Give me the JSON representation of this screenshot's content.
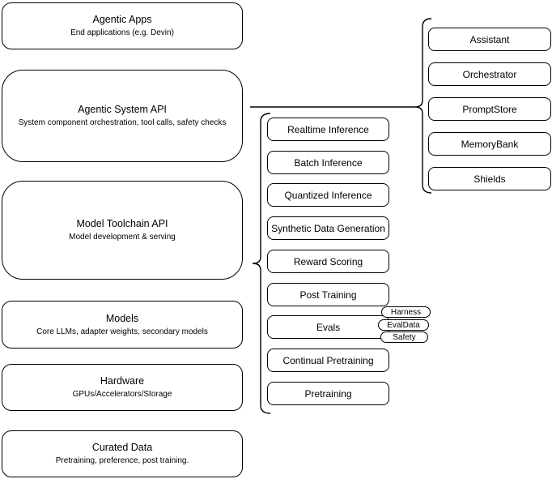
{
  "diagram": {
    "left_column": [
      {
        "title": "Agentic Apps",
        "subtitle": "End applications (e.g. Devin)"
      },
      {
        "title": "Agentic System API",
        "subtitle": "System component orchestration, tool calls, safety checks"
      },
      {
        "title": "Model Toolchain API",
        "subtitle": "Model development & serving"
      },
      {
        "title": "Models",
        "subtitle": "Core LLMs, adapter weights, secondary models"
      },
      {
        "title": "Hardware",
        "subtitle": "GPUs/Accelerators/Storage"
      },
      {
        "title": "Curated Data",
        "subtitle": "Pretraining, preference, post training."
      }
    ],
    "toolchain_components": [
      "Realtime Inference",
      "Batch Inference",
      "Quantized Inference",
      "Synthetic Data Generation",
      "Reward Scoring",
      "Post Training",
      "Evals",
      "Continual Pretraining",
      "Pretraining"
    ],
    "evals_tags": [
      "Harness",
      "EvalData",
      "Safety"
    ],
    "system_components": [
      "Assistant",
      "Orchestrator",
      "PromptStore",
      "MemoryBank",
      "Shields"
    ],
    "colors": {
      "stroke": "#000000",
      "fill": "#ffffff",
      "background": "#ffffff"
    }
  }
}
